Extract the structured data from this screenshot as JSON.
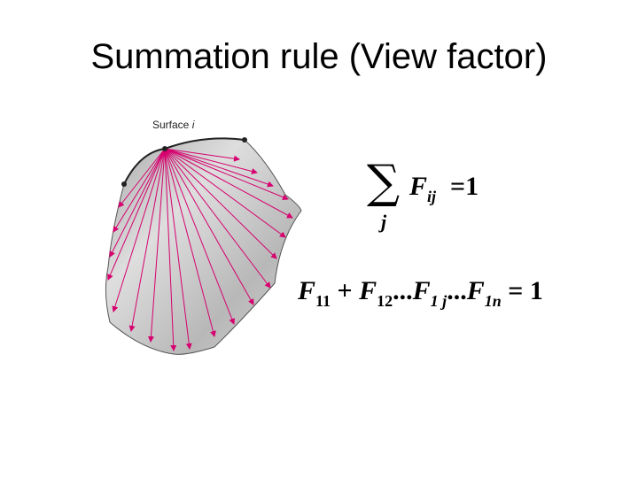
{
  "title": "Summation rule (View factor)",
  "figure": {
    "surface_label_text": "Surface",
    "surface_label_var": "i"
  },
  "equation1": {
    "sigma": "∑",
    "index": "j",
    "F": "F",
    "sub": "ij",
    "rhs": "=1"
  },
  "equation2": {
    "t1_F": "F",
    "t1_sub": "11",
    "plus": " + ",
    "t2_F": "F",
    "t2_sub": "12",
    "dots1": "...",
    "t3_F": "F",
    "t3_sub": "1 j",
    "dots2": "...",
    "t4_F": "F",
    "t4_sub": "1n",
    "rhs": " = 1"
  },
  "colors": {
    "arrows": "#d6006e",
    "surface_fill": "#c8c8c8"
  }
}
